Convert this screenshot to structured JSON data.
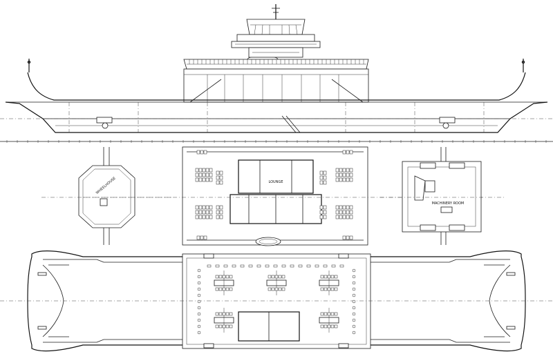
{
  "labels": {
    "wheelhouse": "WHEELHOUSE",
    "lounge": "LOUNGE",
    "machinery_room": "MACHINERY ROOM"
  }
}
